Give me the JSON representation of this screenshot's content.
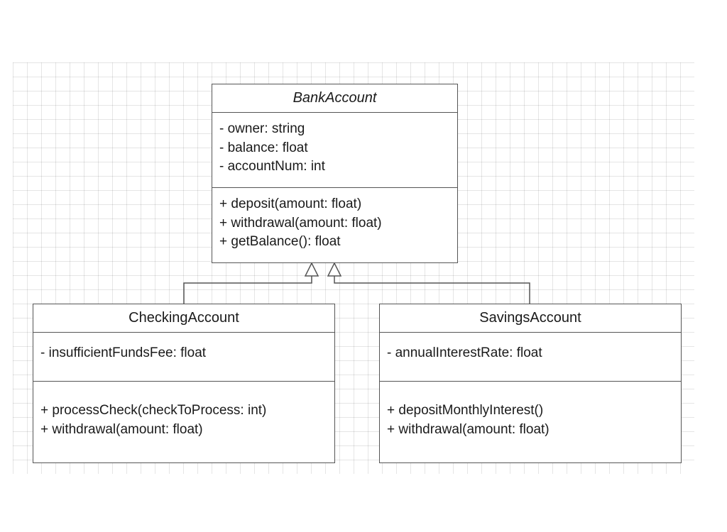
{
  "classes": {
    "bank_account": {
      "name": "BankAccount",
      "abstract": true,
      "attributes": [
        "- owner: string",
        "- balance: float",
        "- accountNum: int"
      ],
      "operations": [
        "+ deposit(amount: float)",
        "+ withdrawal(amount: float)",
        "+ getBalance(): float"
      ]
    },
    "checking_account": {
      "name": "CheckingAccount",
      "attributes": [
        "- insufficientFundsFee: float"
      ],
      "operations": [
        "+ processCheck(checkToProcess: int)",
        "+ withdrawal(amount: float)"
      ]
    },
    "savings_account": {
      "name": "SavingsAccount",
      "attributes": [
        "- annualInterestRate: float"
      ],
      "operations": [
        "+ depositMonthlyInterest()",
        "+ withdrawal(amount: float)"
      ]
    }
  },
  "relationships": [
    {
      "type": "generalization",
      "from": "CheckingAccount",
      "to": "BankAccount"
    },
    {
      "type": "generalization",
      "from": "SavingsAccount",
      "to": "BankAccount"
    }
  ],
  "colors": {
    "line": "#555555",
    "grid": "#e6e6e6",
    "box_fill": "#ffffff"
  }
}
